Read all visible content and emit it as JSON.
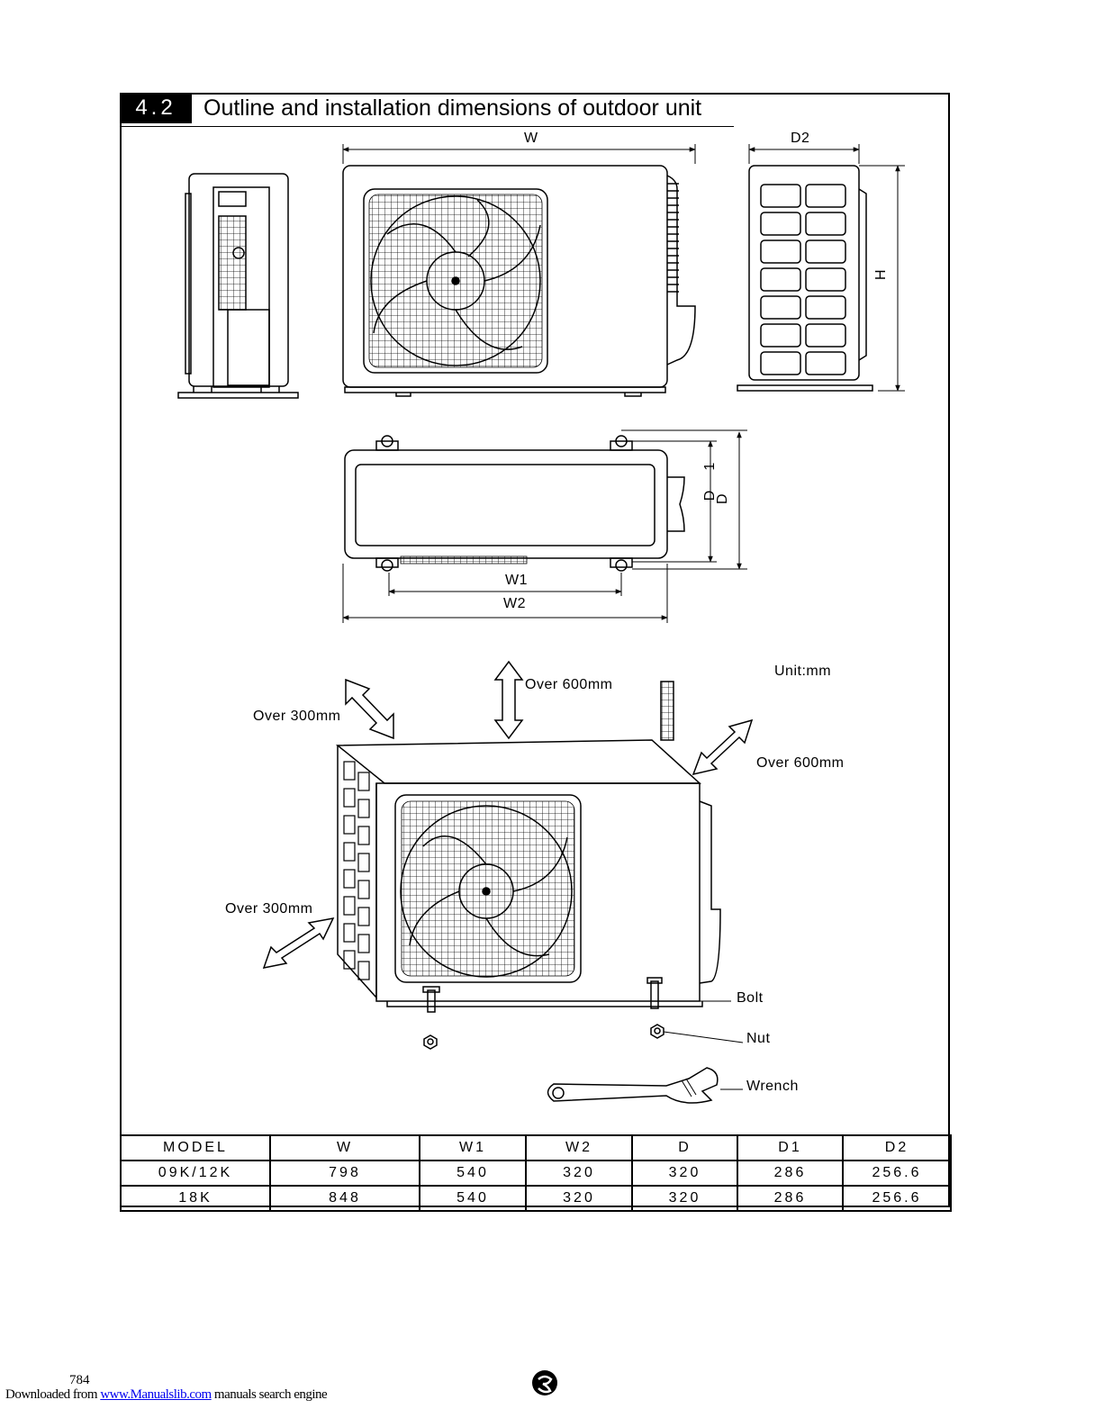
{
  "section": {
    "number": "4.2",
    "title": "Outline and installation dimensions of outdoor unit"
  },
  "dimension_labels": {
    "w": "W",
    "d2": "D2",
    "h": "H",
    "d1": "D1",
    "d": "D",
    "w1": "W1",
    "w2": "W2"
  },
  "clearance": {
    "unit": "Unit:mm",
    "top": "Over 600mm",
    "back_left": "Over 300mm",
    "left_side": "Over 300mm",
    "right_side": "Over 600mm"
  },
  "parts": {
    "bolt": "Bolt",
    "nut": "Nut",
    "wrench": "Wrench"
  },
  "table": {
    "headers": [
      "MODEL",
      "W",
      "W1",
      "W2",
      "D",
      "D1",
      "D2"
    ],
    "rows": [
      [
        "09K/12K",
        "798",
        "540",
        "320",
        "320",
        "286",
        "256.6"
      ],
      [
        "18K",
        "848",
        "540",
        "320",
        "320",
        "286",
        "256.6"
      ]
    ]
  },
  "page_number": "784",
  "footer": {
    "prefix": "Downloaded from",
    "link": "www.Manualslib.com",
    "suffix": "manuals search engine"
  },
  "icons": [
    "brand-logo-icon"
  ]
}
